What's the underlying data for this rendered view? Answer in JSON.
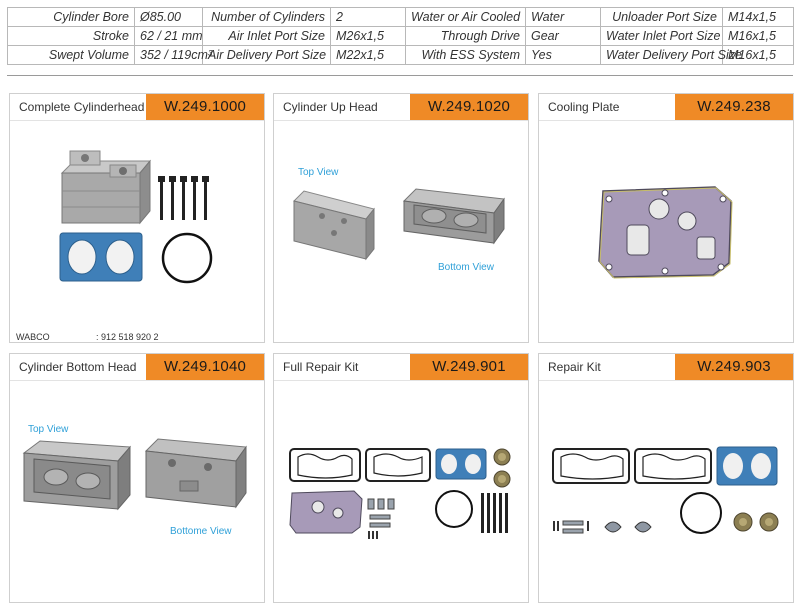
{
  "specs": [
    [
      {
        "l": "Cylinder Bore",
        "v": "Ø85.00"
      },
      {
        "l": "Number of Cylinders",
        "v": "2"
      },
      {
        "l": "Water or Air Cooled",
        "v": "Water"
      },
      {
        "l": "Unloader Port Size",
        "v": "M14x1,5"
      }
    ],
    [
      {
        "l": "Stroke",
        "v": "62 / 21 mm"
      },
      {
        "l": "Air Inlet Port Size",
        "v": "M26x1,5"
      },
      {
        "l": "Through Drive",
        "v": "Gear"
      },
      {
        "l": "Water Inlet Port Size",
        "v": "M16x1,5"
      }
    ],
    [
      {
        "l": "Swept Volume",
        "v": "352 / 119cm³"
      },
      {
        "l": "Air Delivery Port Size",
        "v": "M22x1,5"
      },
      {
        "l": "With ESS System",
        "v": "Yes"
      },
      {
        "l": "Water Delivery Port Size",
        "v": "M16x1,5"
      }
    ]
  ],
  "cards": [
    {
      "title": "Complete Cylinderhead",
      "code": "W.249.1000",
      "brand": "WABCO",
      "ref": ": 912 518 920 2"
    },
    {
      "title": "Cylinder Up Head",
      "code": "W.249.1020",
      "top_view": "Top View",
      "bottom_view": "Bottom View"
    },
    {
      "title": "Cooling Plate",
      "code": "W.249.238"
    },
    {
      "title": "Cylinder Bottom Head",
      "code": "W.249.1040",
      "top_view": "Top View",
      "bottom_view": "Bottome View"
    },
    {
      "title": "Full Repair Kit",
      "code": "W.249.901"
    },
    {
      "title": "Repair Kit",
      "code": "W.249.903"
    }
  ]
}
